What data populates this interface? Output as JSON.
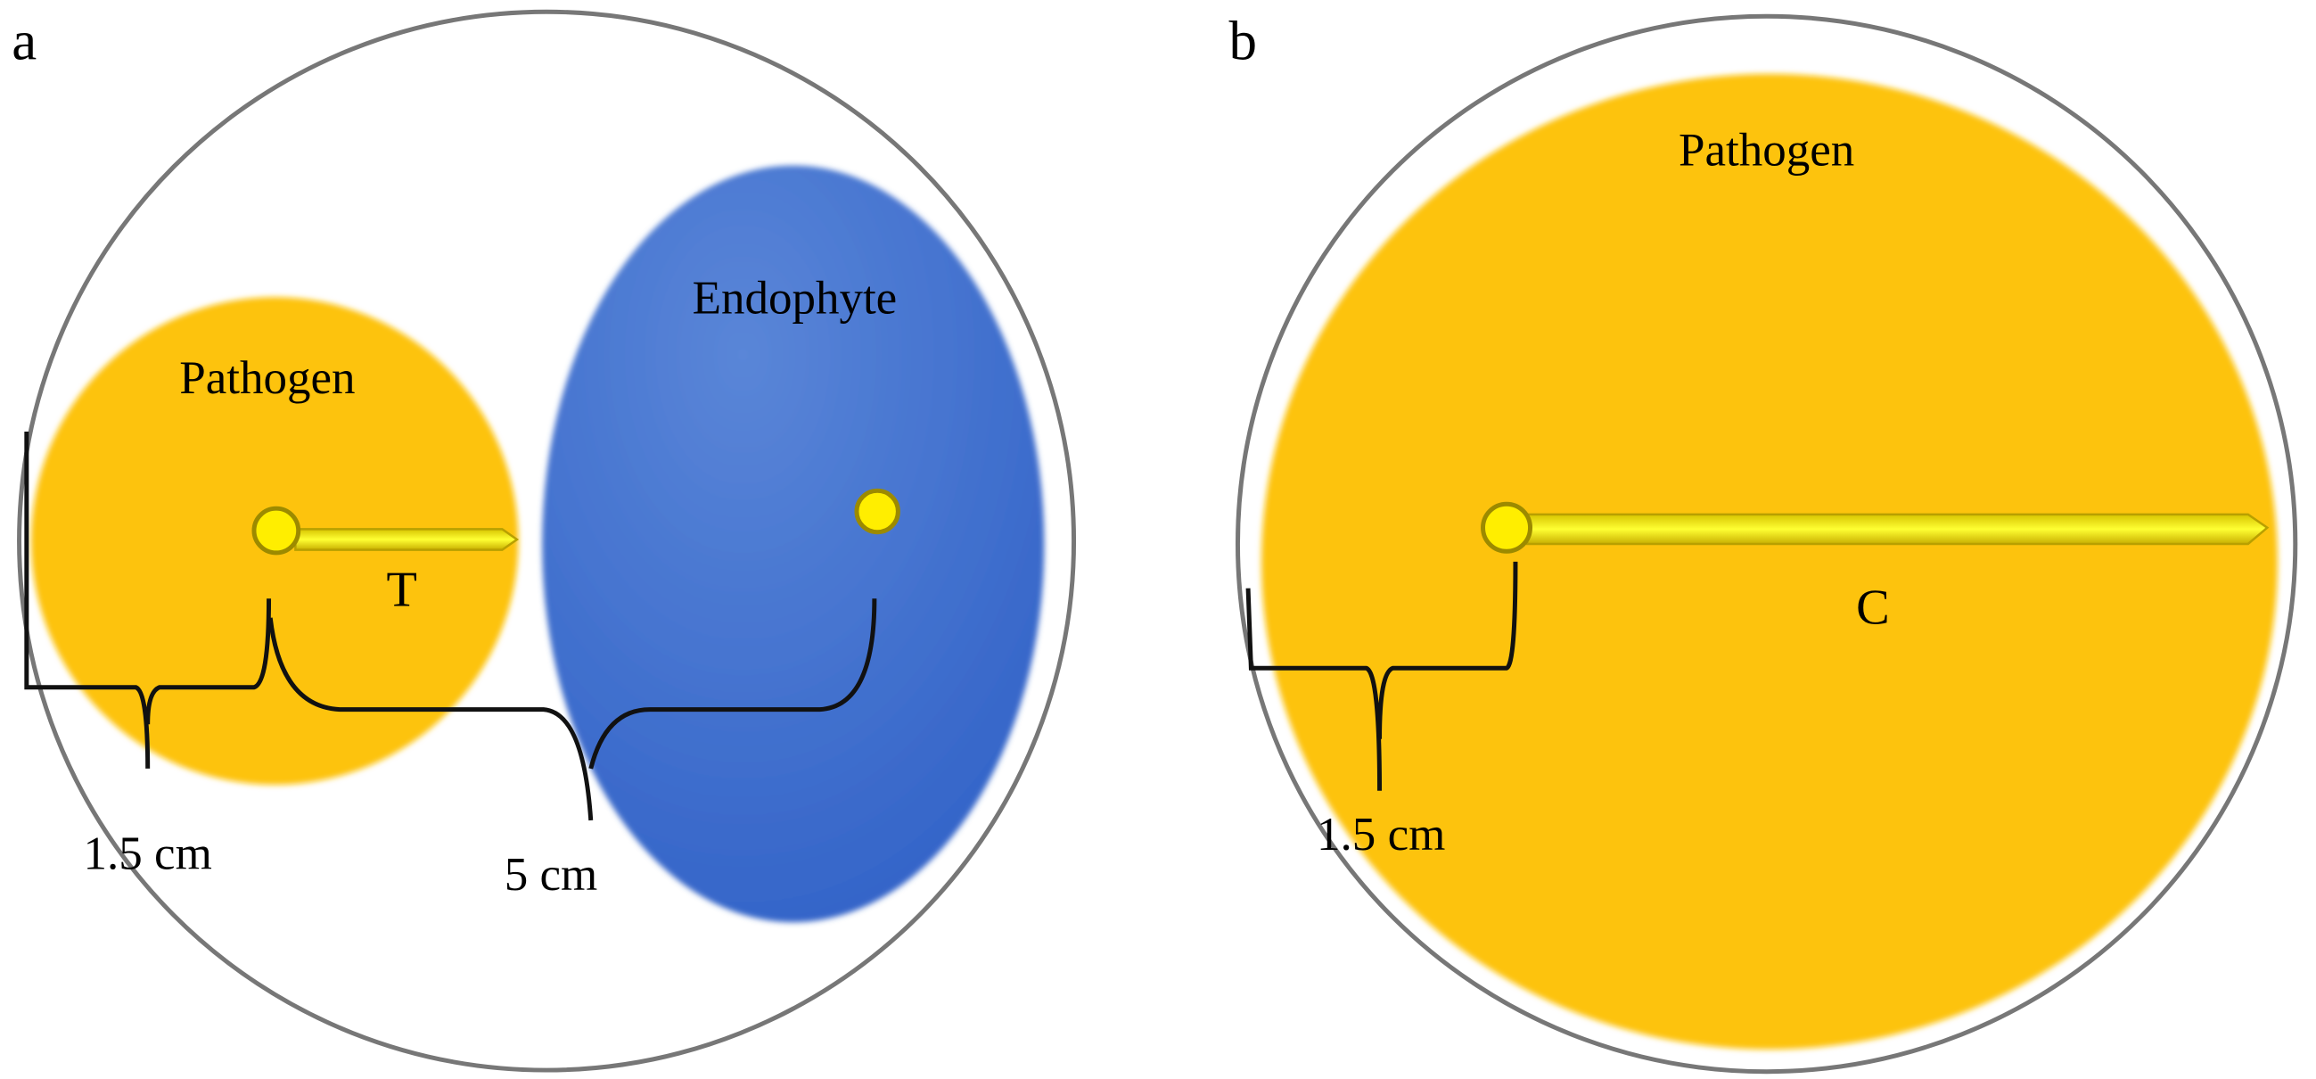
{
  "panel_a": {
    "label": "a",
    "pathogen_label": "Pathogen",
    "endophyte_label": "Endophyte",
    "growth_label": "T",
    "distance_1": "1.5 cm",
    "distance_2": "5 cm"
  },
  "panel_b": {
    "label": "b",
    "pathogen_label": "Pathogen",
    "growth_label": "C",
    "distance_1": "1.5 cm"
  },
  "colors": {
    "pathogen": "#fdc30c",
    "endophyte": "#3a6bd0",
    "plug": "#ffee00",
    "plate_rim": "#666666"
  }
}
